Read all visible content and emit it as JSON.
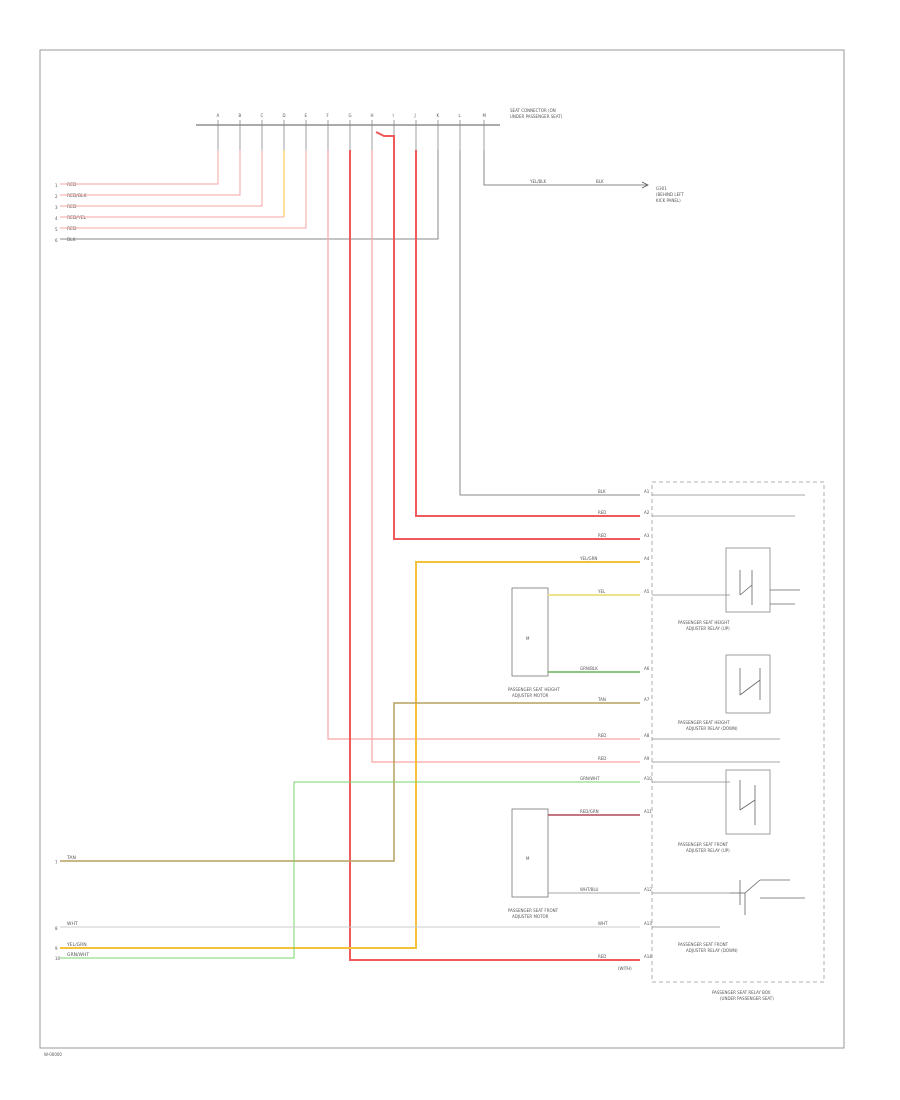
{
  "colors": {
    "red": "#f05a5a",
    "pink": "#f7a5a5",
    "yellow": "#f4c23a",
    "lightyellow": "#efe38a",
    "tan": "#b5a060",
    "green": "#7ad46a",
    "darkgreen": "#4aa43a",
    "gray": "#8a8a8a",
    "maroon": "#b04a5a",
    "frame": "#999999"
  },
  "connector": {
    "title_line1": "SEAT CONNECTOR (ON",
    "title_line2": "UNDER PASSENGER SEAT)",
    "pins": [
      "A",
      "B",
      "C",
      "D",
      "E",
      "F",
      "G",
      "H",
      "I",
      "J",
      "K",
      "L",
      "M"
    ]
  },
  "left_labels": {
    "top_group": [
      "RED",
      "RED/BLK",
      "RED",
      "RED/YEL",
      "RED",
      "BLK"
    ],
    "top_group_nums": [
      "1",
      "2",
      "3",
      "4",
      "5",
      "6"
    ],
    "bottom_group": [
      "TAN",
      "WHT",
      "YEL/GRN",
      "GRN/WHT"
    ],
    "bottom_group_nums": [
      "7",
      "8",
      "9",
      "10"
    ]
  },
  "ground": {
    "wire1": "YEL/BLK",
    "wire2": "BLK",
    "label_line1": "G301",
    "label_line2": "(BEHIND LEFT",
    "label_line3": "KICK PANEL)"
  },
  "module_wires": [
    {
      "label": "BLK",
      "pin": "A1"
    },
    {
      "label": "RED",
      "pin": "A2"
    },
    {
      "label": "RED",
      "pin": "A3"
    },
    {
      "label": "YEL/GRN",
      "pin": "A4"
    },
    {
      "label": "YEL",
      "pin": "A5"
    },
    {
      "label": "GRN/BLK",
      "pin": "A6"
    },
    {
      "label": "TAN",
      "pin": "A7"
    },
    {
      "label": "RED",
      "pin": "A8"
    },
    {
      "label": "RED",
      "pin": "A9"
    },
    {
      "label": "GRN/WHT",
      "pin": "A10"
    },
    {
      "label": "RED/GRN",
      "pin": "A11"
    },
    {
      "label": "WHT/BLU",
      "pin": "A12"
    },
    {
      "label": "WHT",
      "pin": "A13"
    },
    {
      "label": "RED",
      "pin": "A14"
    }
  ],
  "components": {
    "motor1_line1": "PASSENGER SEAT HEIGHT",
    "motor1_line2": "ADJUSTER MOTOR",
    "motor2_line1": "PASSENGER SEAT FRONT",
    "motor2_line2": "ADJUSTER MOTOR",
    "motor_symbol": "M",
    "switch1_line1": "PASSENGER SEAT HEIGHT",
    "switch1_line2": "ADJUSTER RELAY (UP)",
    "switch2_line1": "PASSENGER SEAT HEIGHT",
    "switch2_line2": "ADJUSTER RELAY (DOWN)",
    "switch3_line1": "PASSENGER SEAT FRONT",
    "switch3_line2": "ADJUSTER RELAY (UP)",
    "switch4_line1": "PASSENGER SEAT FRONT",
    "switch4_line2": "ADJUSTER RELAY (DOWN)",
    "module_line1": "PASSENGER SEAT RELAY BOX",
    "module_line2": "(UNDER PASSENGER SEAT)",
    "module_note": "(WITH)"
  },
  "footer": {
    "code": "W-00000"
  }
}
